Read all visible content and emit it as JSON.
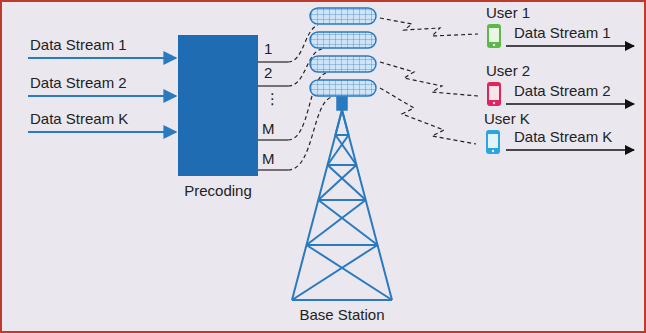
{
  "diagram": {
    "nodes": [
      {
        "text": [
          "Precoding"
        ]
      }
    ],
    "labels": [
      "Data Stream 1",
      "Data Stream 2",
      "Data Stream K",
      "1",
      "2",
      "⋮",
      "M",
      "M",
      "Base Station",
      "User 1",
      "Data Stream 1",
      "User 2",
      "Data Stream 2",
      "User K",
      "Data Stream K"
    ]
  }
}
